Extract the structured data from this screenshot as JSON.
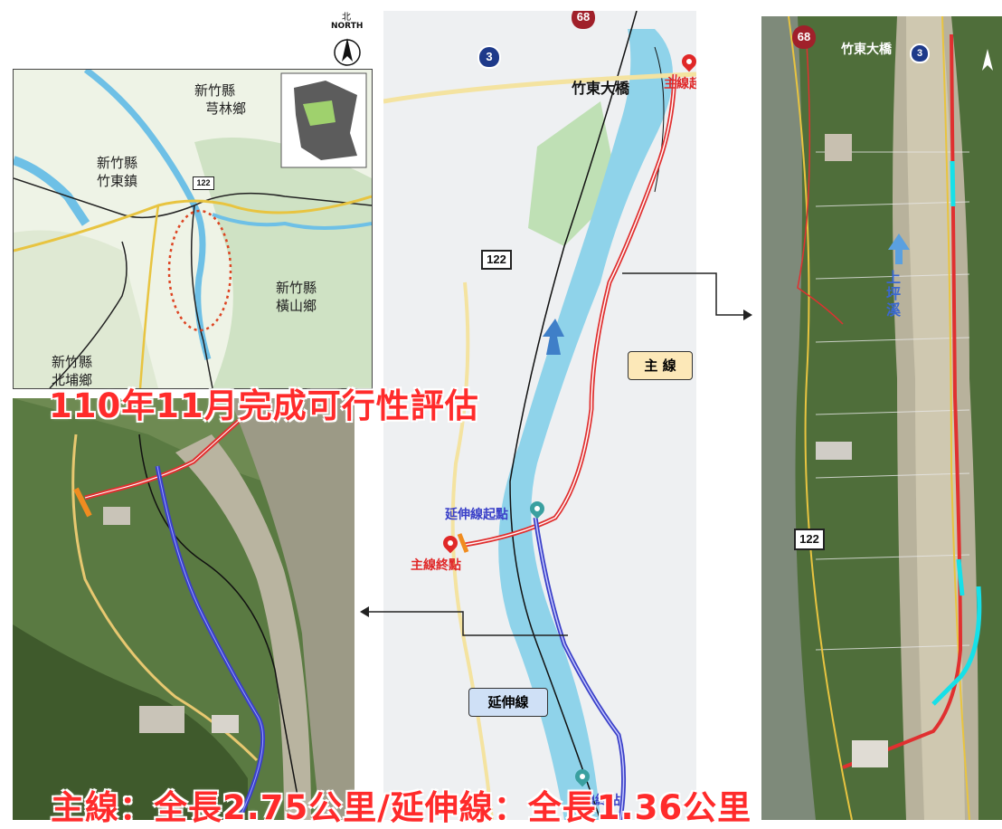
{
  "top_left_map": {
    "compass": {
      "chinese": "北",
      "english": "NORTH"
    },
    "labels": {
      "qionglin": [
        "新竹縣",
        "芎林鄉"
      ],
      "zhudong": [
        "新竹縣",
        "竹東鎮"
      ],
      "hengshan": [
        "新竹縣",
        "橫山鄉"
      ],
      "beipu": [
        "新竹縣",
        "北埔鄉"
      ],
      "road_122": "122"
    }
  },
  "center_map": {
    "route_68": "68",
    "route_3": "3",
    "road_122": "122",
    "bridge_label": "竹東大橋",
    "main_start": "主線起點",
    "main_end": "主線終點",
    "ext_start": "延伸線起點",
    "ext_end_partial": "線終點",
    "callout_main": "主 線",
    "callout_ext": "延伸線"
  },
  "right_map": {
    "route_68": "68",
    "route_3": "3",
    "bridge_label": "竹東大橋",
    "river_label": "上坪溪",
    "road_122": "122"
  },
  "title_top": "110年11月完成可行性評估",
  "title_bottom": "主線：全長2.75公里/延伸線：全長1.36公里",
  "colors": {
    "main_line": "#e03030",
    "extension_line": "#3a40c8",
    "river": "#8fd3ea",
    "title": "#ff2b2b",
    "highlight_cyan": "#16e0e8"
  }
}
